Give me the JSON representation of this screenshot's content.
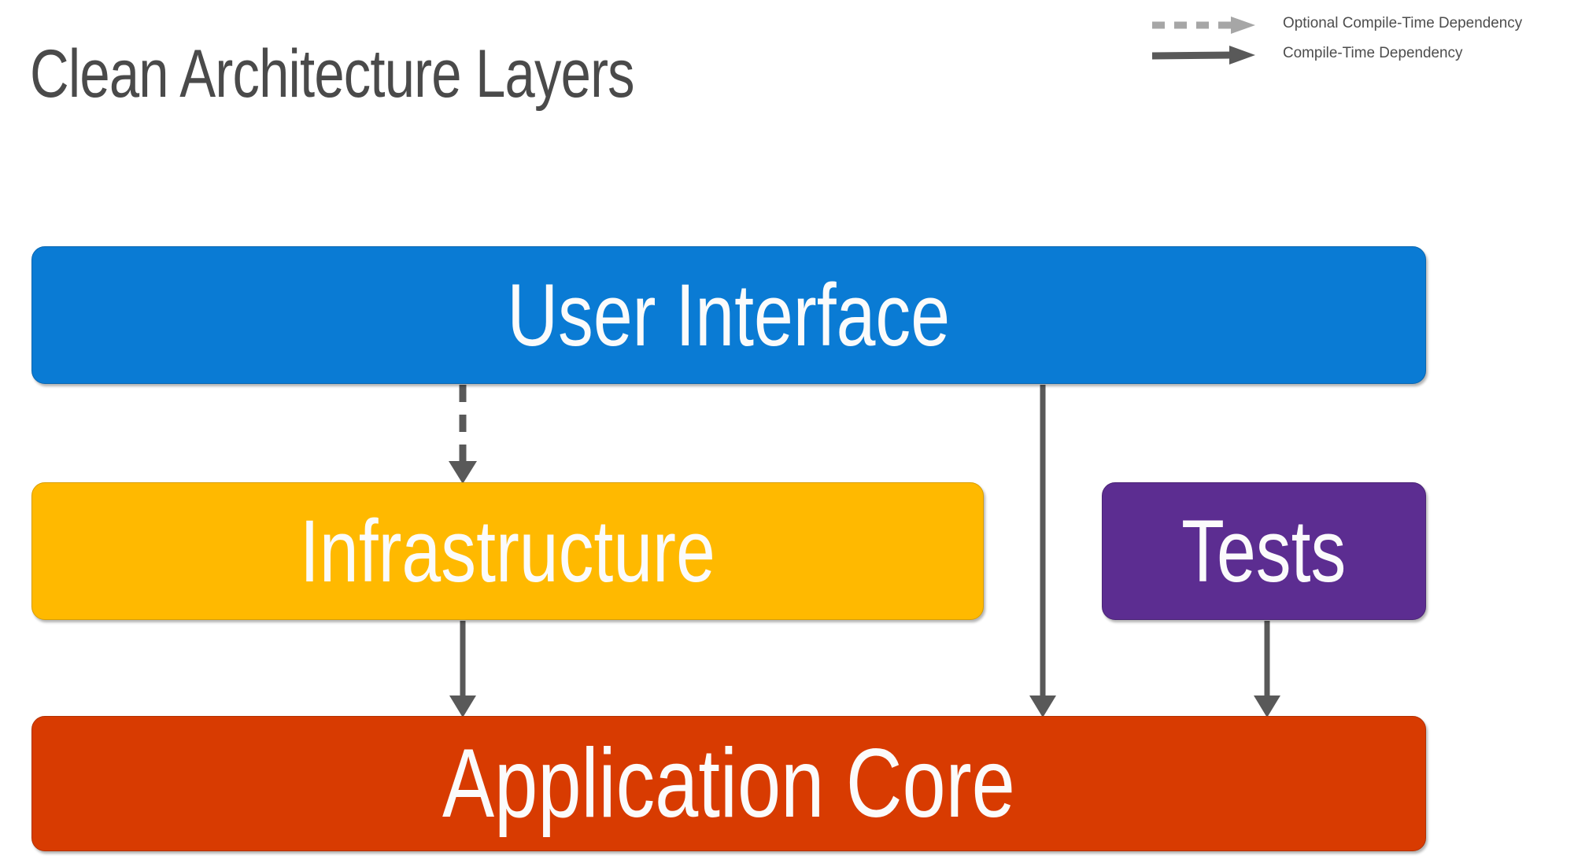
{
  "title": "Clean Architecture Layers",
  "colors": {
    "title_text": "#4a4a4a",
    "user_interface": "#0a7bd4",
    "infrastructure": "#ffb900",
    "tests": "#5c2d91",
    "application_core": "#d83b01",
    "box_label_text": "#fbfbfb",
    "optional_dependency_arrow": "#a6a6a6",
    "compile_time_arrow": "#595959",
    "background": "#ffffff"
  },
  "legend": {
    "items": [
      {
        "label": "Optional Compile-Time Dependency",
        "style": "dashed",
        "color": "#a6a6a6",
        "icon": "dashed-arrow-icon"
      },
      {
        "label": "Compile-Time Dependency",
        "style": "solid",
        "color": "#595959",
        "icon": "solid-arrow-icon"
      }
    ]
  },
  "layers": [
    {
      "id": "user-interface",
      "label": "User Interface"
    },
    {
      "id": "infrastructure",
      "label": "Infrastructure"
    },
    {
      "id": "tests",
      "label": "Tests"
    },
    {
      "id": "application-core",
      "label": "Application Core"
    }
  ],
  "dependencies": [
    {
      "from": "user-interface",
      "to": "infrastructure",
      "style": "dashed",
      "kind": "Optional Compile-Time Dependency"
    },
    {
      "from": "user-interface",
      "to": "application-core",
      "style": "solid",
      "kind": "Compile-Time Dependency"
    },
    {
      "from": "infrastructure",
      "to": "application-core",
      "style": "solid",
      "kind": "Compile-Time Dependency"
    },
    {
      "from": "tests",
      "to": "application-core",
      "style": "solid",
      "kind": "Compile-Time Dependency"
    }
  ]
}
